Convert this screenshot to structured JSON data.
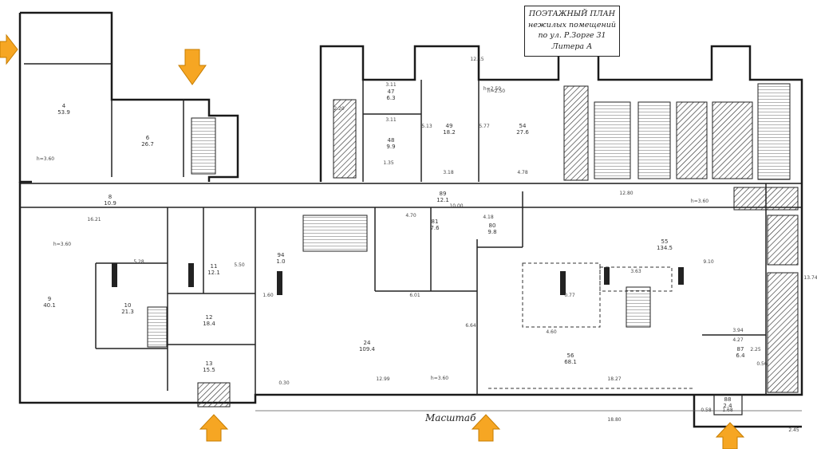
{
  "title": {
    "line1": "ПОЭТАЖНЫЙ ПЛАН",
    "line2": "нежилых помещений",
    "line3": "по ул. Р.Зорге 31",
    "line4": "Литера   А"
  },
  "scale_label": "Масштаб",
  "rooms": [
    {
      "num": "4",
      "area": "53.9"
    },
    {
      "num": "6",
      "area": "26.7"
    },
    {
      "num": "47",
      "area": "6.3"
    },
    {
      "num": "48",
      "area": "9.9"
    },
    {
      "num": "49",
      "area": "18.2"
    },
    {
      "num": "54",
      "area": "27.6"
    },
    {
      "num": "89",
      "area": "12.1"
    },
    {
      "num": "55",
      "area": "134.5"
    },
    {
      "num": "24",
      "area": "109.4"
    },
    {
      "num": "56",
      "area": "68.1"
    },
    {
      "num": "9",
      "area": "40.1"
    },
    {
      "num": "10",
      "area": "21.3"
    },
    {
      "num": "11",
      "area": "12.1"
    },
    {
      "num": "12",
      "area": "18.4"
    },
    {
      "num": "13",
      "area": "15.5"
    },
    {
      "num": "87",
      "area": "6.4"
    },
    {
      "num": "88",
      "area": "2.4"
    },
    {
      "num": "80",
      "area": "9.8"
    },
    {
      "num": "81",
      "area": "7.6"
    },
    {
      "num": "94",
      "area": "1.0"
    },
    {
      "num": "8",
      "area": "10.9"
    }
  ],
  "dims": [
    "12.15",
    "3.11",
    "3.11",
    "5.13",
    "h=2.50",
    "5.77",
    "4.78",
    "3.18",
    "1.35",
    "2.20",
    "12.80",
    "h=3.60",
    "10.00",
    "4.70",
    "4.18",
    "13.74",
    "h=3.60",
    "16.21",
    "5.28",
    "h=3.60",
    "6.01",
    "12.99",
    "h=3.60",
    "18.27",
    "18.80",
    "6.64",
    "2.45",
    "9.10",
    "3.63",
    "4.60",
    "5.50",
    "h=2.50",
    "1.60",
    "0.77",
    "3.94",
    "4.27",
    "2.25",
    "1.68",
    "0.30",
    "0.56",
    "0.58"
  ],
  "arrows": [
    "entrance-arrow-left",
    "entrance-arrow-top",
    "entrance-arrow-bottom-1",
    "entrance-arrow-bottom-2",
    "entrance-arrow-bottom-3"
  ]
}
